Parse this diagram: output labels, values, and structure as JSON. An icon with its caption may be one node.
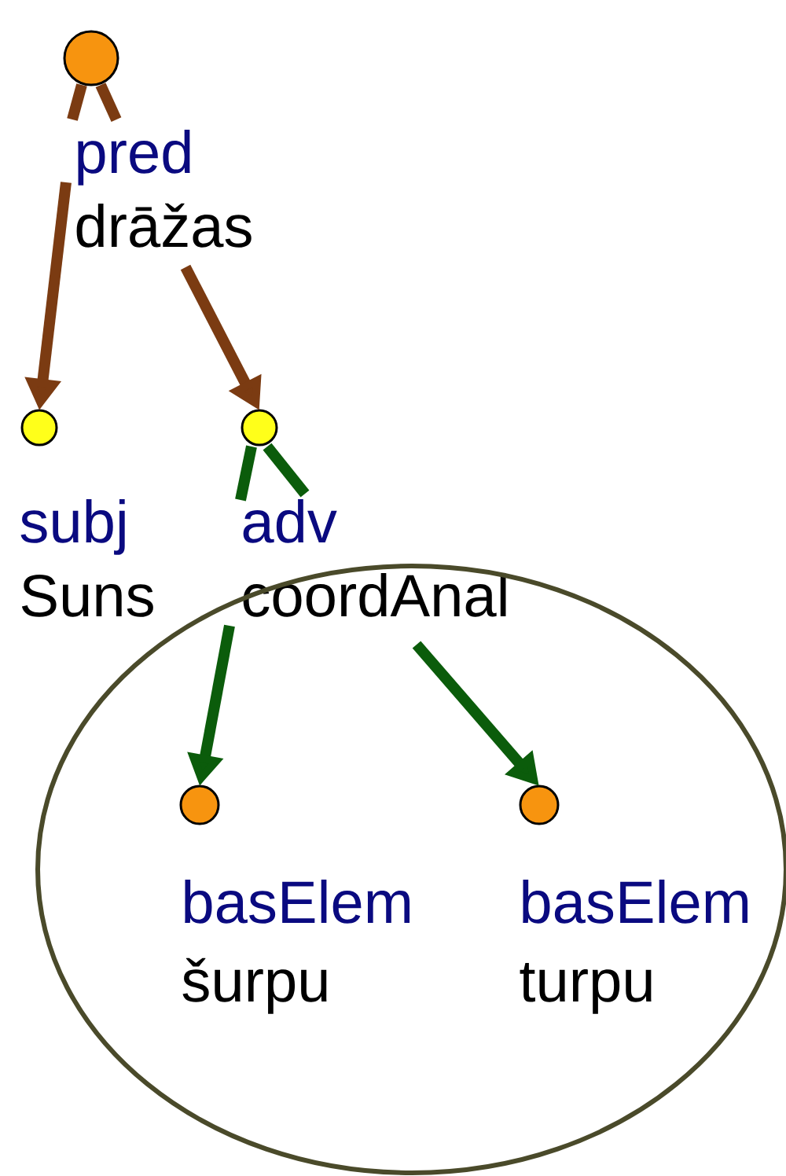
{
  "diagram": {
    "nodes": [
      {
        "text": [
          "pred",
          "drāžas"
        ]
      },
      {
        "text": [
          "subj",
          "Suns"
        ]
      },
      {
        "text": [
          "adv",
          "coordAnal"
        ]
      },
      {
        "text": [],
        "shape": "ellipse"
      },
      {
        "text": [
          "basElem",
          "šurpu"
        ],
        "in": 3
      },
      {
        "text": [
          "basElem",
          "turpu"
        ],
        "in": 3
      }
    ],
    "edges": [
      {
        "from": 0,
        "to": 1,
        "arrow": "to"
      },
      {
        "from": 0,
        "to": 2,
        "arrow": "to"
      },
      {
        "from": 2,
        "to": 4,
        "arrow": "to",
        "color": "#0b5c0b"
      },
      {
        "from": 2,
        "to": 5,
        "arrow": "to",
        "color": "#0b5c0b"
      }
    ]
  }
}
